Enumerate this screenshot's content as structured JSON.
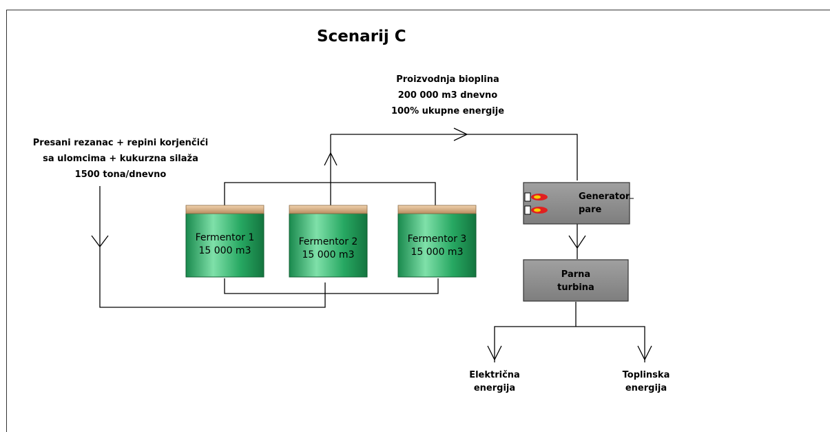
{
  "title": "Scenarij C",
  "input": {
    "line1": "Presani rezanac + repini korjenčići",
    "line2": "sa ulomcima +  kukurzna silaža",
    "line3": "1500 tona/dnevno"
  },
  "biogas": {
    "line1": "Proizvodnja bioplina",
    "line2": "200 000 m3 dnevno",
    "line3": "100% ukupne energije"
  },
  "fermentors": [
    {
      "name": "Fermentor 1",
      "volume": "15 000 m3"
    },
    {
      "name": "Fermentor 2",
      "volume": "15 000 m3"
    },
    {
      "name": "Fermentor 3",
      "volume": "15 000 m3"
    }
  ],
  "generator": {
    "line1": "Generator",
    "line2": "pare"
  },
  "turbine": {
    "line1": "Parna",
    "line2": "turbina"
  },
  "outputs": {
    "electric": {
      "line1": "Električna",
      "line2": "energija"
    },
    "thermal": {
      "line1": "Toplinska",
      "line2": "energija"
    }
  },
  "colors": {
    "tank_body": "#1f9a59",
    "tank_highlight": "#7fe0a9",
    "tank_lid": "#d9b48c",
    "box_fill": "#8c8c8c",
    "flame": "#e02020",
    "line": "#000000"
  }
}
